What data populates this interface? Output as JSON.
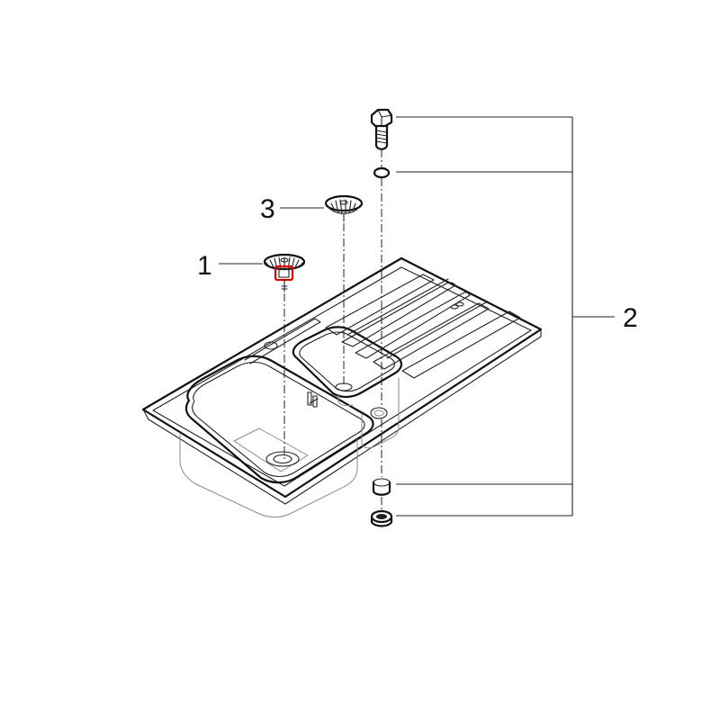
{
  "callouts": {
    "part1": "1",
    "part2": "2",
    "part3": "3"
  },
  "colors": {
    "line": "#111111",
    "highlight": "#e00000",
    "background": "#ffffff"
  }
}
